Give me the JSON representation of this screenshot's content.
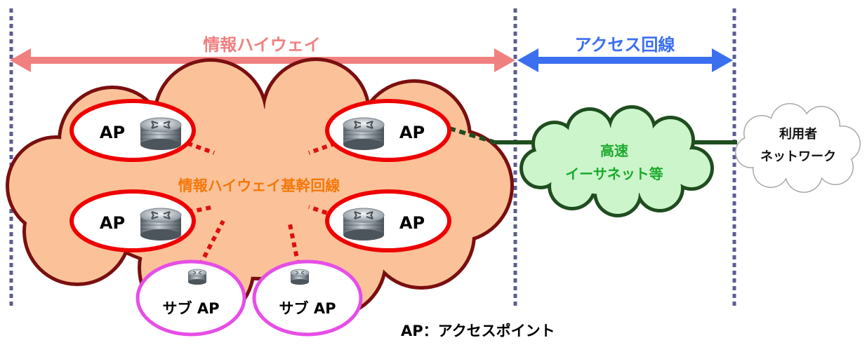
{
  "sections": {
    "highway": {
      "label": "情報ハイウェイ",
      "color": "#f08080"
    },
    "access": {
      "label": "アクセス回線",
      "color": "#3b6ff0"
    }
  },
  "backbone": {
    "label": "情報ハイウェイ基幹回線",
    "label_color": "#f5780a",
    "fill": "#fbc29a",
    "stroke": "#7a0f0f"
  },
  "access_points": [
    {
      "label": "AP"
    },
    {
      "label": "AP"
    },
    {
      "label": "AP"
    },
    {
      "label": "AP"
    }
  ],
  "sub_access_points": [
    {
      "label": "サブ AP"
    },
    {
      "label": "サブ AP"
    }
  ],
  "ethernet": {
    "line1": "高速",
    "line2": "イーサネット等",
    "fill": "#ccf5cc",
    "stroke": "#1f4d1f",
    "label_color": "#1aaa2a"
  },
  "user_network": {
    "line1": "利用者",
    "line2": "ネットワーク"
  },
  "legend": {
    "text": "AP：アクセスポイント"
  },
  "colors": {
    "divider": "#5c5c96",
    "ap_ring": "#ee0000",
    "sub_ap_ring": "#e64ee6",
    "link_dots": "#dd1010",
    "green_line": "#1f4d1f"
  }
}
